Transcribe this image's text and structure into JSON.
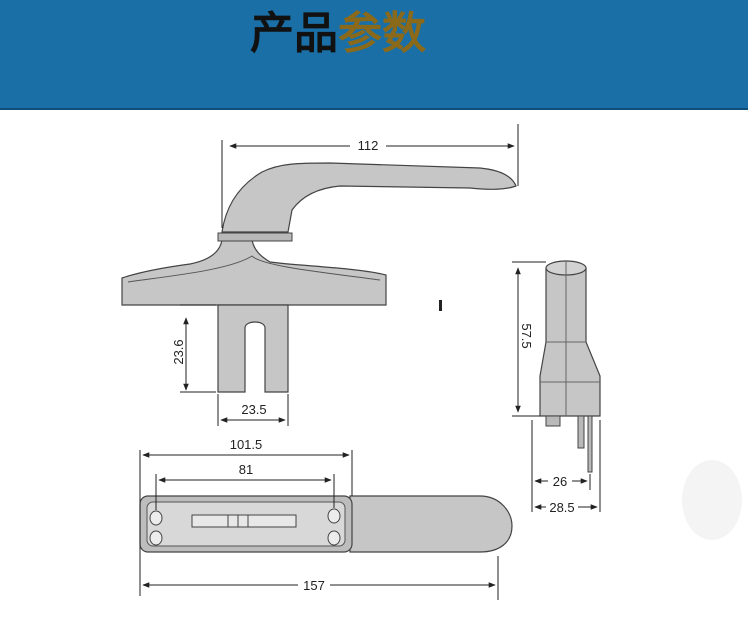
{
  "banner": {
    "title_part1": "产品",
    "title_part2": "参数",
    "background_color": "#1a6fa6",
    "title_color_1": "#111111",
    "title_color_2": "#8a6a1a"
  },
  "drawing": {
    "dim_lever_length": "112",
    "dim_spindle_height": "23.6",
    "dim_spindle_width": "23.5",
    "dim_hole_outer": "101.5",
    "dim_hole_inner": "81",
    "dim_total_length": "157",
    "dim_side_height": "57.5",
    "dim_side_width_inner": "26",
    "dim_side_width_outer": "28.5",
    "part_color": "#c6c6c6",
    "line_color": "#222222"
  }
}
